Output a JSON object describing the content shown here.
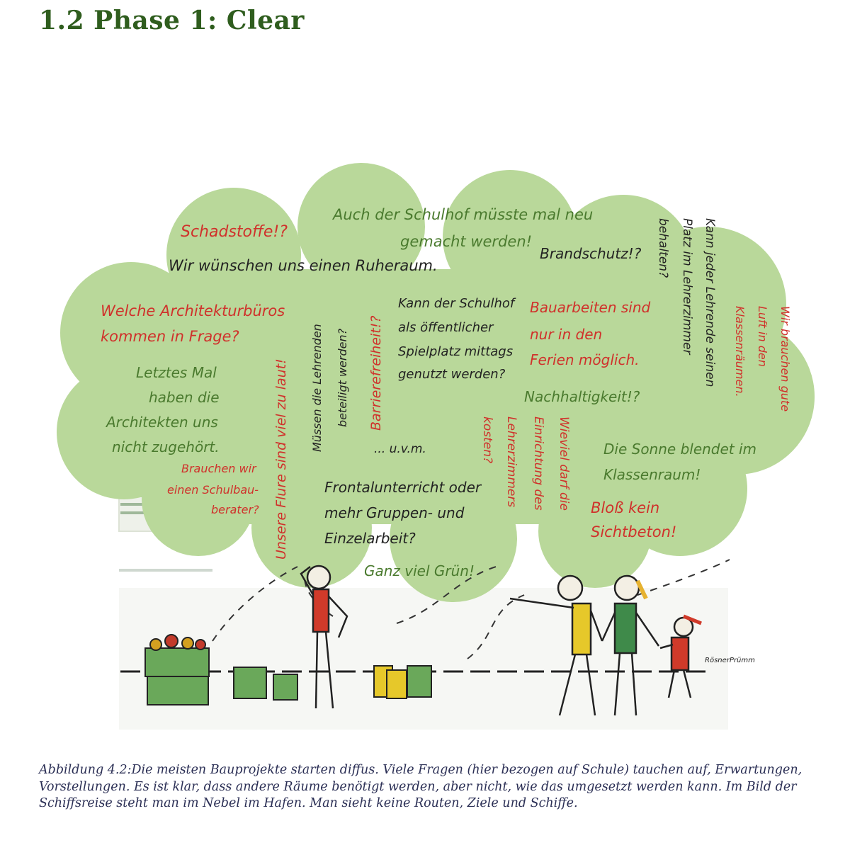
{
  "heading": "1.2 Phase 1: Clear",
  "cloud_texts": {
    "schadstoffe": "Schadstoffe!?",
    "schulhof_neu_1": "Auch der Schulhof müsste mal neu",
    "schulhof_neu_2": "gemacht werden!",
    "brandschutz": "Brandschutz!?",
    "ruheraum": "Wir wünschen uns einen Ruheraum.",
    "architektur_1": "Welche Architekturbüros",
    "architektur_2": "kommen in Frage?",
    "letztes_1": "Letztes Mal",
    "letztes_2": "haben die",
    "letztes_3": "Architekten uns",
    "letztes_4": "nicht zugehört.",
    "schulbau_1": "Brauchen wir",
    "schulbau_2": "einen Schulbau-",
    "schulbau_3": "berater?",
    "flure": "Unsere Flure sind viel zu laut!",
    "lehrende_1": "Müssen die Lehrenden",
    "lehrende_2": "beteiligt werden?",
    "barrierefreiheit": "Barrierefreiheit!?",
    "spielplatz_1": "Kann der Schulhof",
    "spielplatz_2": "als öffentlicher",
    "spielplatz_3": "Spielplatz mittags",
    "spielplatz_4": "genutzt werden?",
    "bauarbeiten_1": "Bauarbeiten sind",
    "bauarbeiten_2": "nur in den",
    "bauarbeiten_3": "Ferien möglich.",
    "lehrerzimmer_1": "Kann jeder Lehrende seinen",
    "lehrerzimmer_2": "Platz im Lehrerzimmer",
    "lehrerzimmer_3": "behalten?",
    "luft_1": "Wir brauchen gute",
    "luft_2": "Luft in den",
    "luft_3": "Klassenräumen.",
    "nachhaltigkeit": "Nachhaltigkeit!?",
    "uvm": "... u.v.m.",
    "kosten_1": "Wieviel darf die",
    "kosten_2": "Einrichtung des",
    "kosten_3": "Lehrerzimmers",
    "kosten_4": "kosten?",
    "sonne_1": "Die Sonne blendet im",
    "sonne_2": "Klassenraum!",
    "sichtbeton_1": "Bloß kein",
    "sichtbeton_2": "Sichtbeton!",
    "frontal_1": "Frontalunterricht oder",
    "frontal_2": "mehr Gruppen- und",
    "frontal_3": "Einzelarbeit?",
    "gruen": "Ganz viel Grün!"
  },
  "signature": "RösnerPrümm",
  "caption": "Abbildung 4.2:Die meisten Bauprojekte starten diffus. Viele Fragen (hier bezogen auf Schule) tauchen auf, Erwartungen, Vorstellungen. Es ist klar, dass andere Räume benötigt werden, aber nicht, wie das umgesetzt werden kann. Im Bild der Schiffsreise steht man im Nebel im Hafen. Man sieht keine Routen, Ziele und Schiffe.",
  "colors": {
    "heading": "#2f5d1e",
    "cloud": "#b9d89a",
    "red_text": "#d0312b",
    "green_text": "#4a7a2e"
  }
}
